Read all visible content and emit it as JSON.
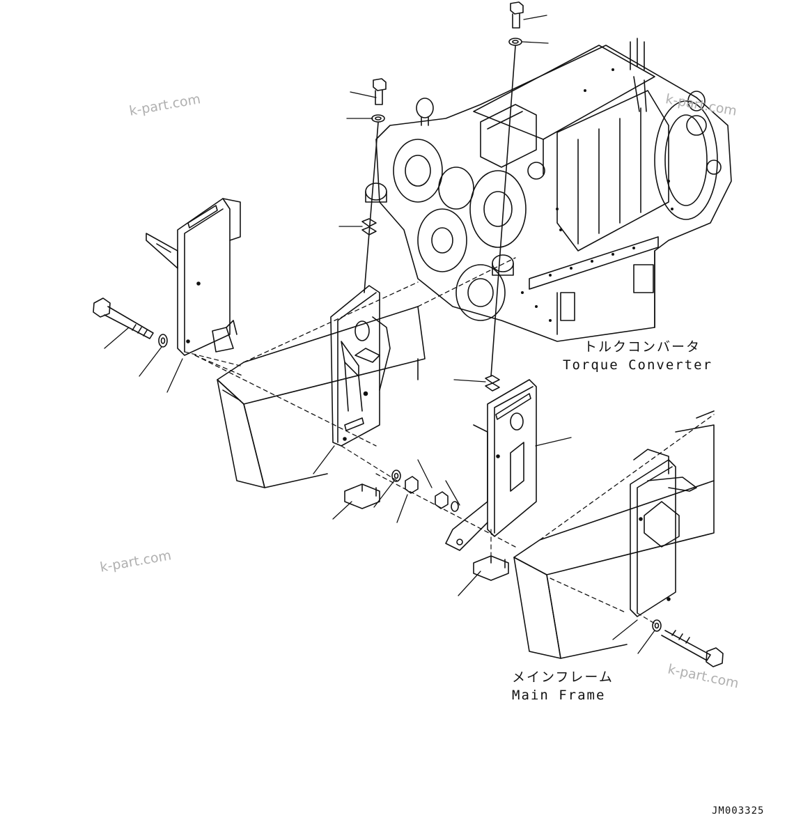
{
  "labels": {
    "torque_converter_jp": "トルクコンバータ",
    "torque_converter_en": "Torque Converter",
    "main_frame_jp": "メインフレーム",
    "main_frame_en": "Main Frame"
  },
  "watermarks": [
    "k-part.com",
    "k-part.com",
    "k-part.com",
    "k-part.com"
  ],
  "drawing_code": "JM003325",
  "colors": {
    "line": "#111111",
    "watermark": "#b0b0b0",
    "background": "#ffffff"
  }
}
